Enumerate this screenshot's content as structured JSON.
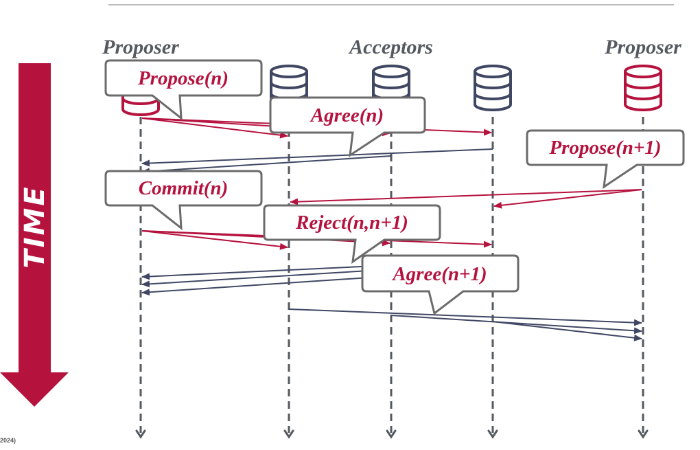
{
  "roles": {
    "left": "Proposer",
    "middle": "Acceptors",
    "right": "Proposer"
  },
  "time_label": "TIME",
  "messages": {
    "propose_n": "Propose(n)",
    "agree_n": "Agree(n)",
    "propose_n1": "Propose(n+1)",
    "commit_n": "Commit(n)",
    "reject": "Reject(n,n+1)",
    "agree_n1": "Agree(n+1)"
  },
  "footer": "2024)",
  "colors": {
    "red": "#b5123e",
    "navy": "#404763",
    "gray": "#555a60"
  },
  "icons": {
    "proposer_left": "database-icon",
    "acceptors": "database-icon",
    "proposer_right": "database-icon"
  }
}
